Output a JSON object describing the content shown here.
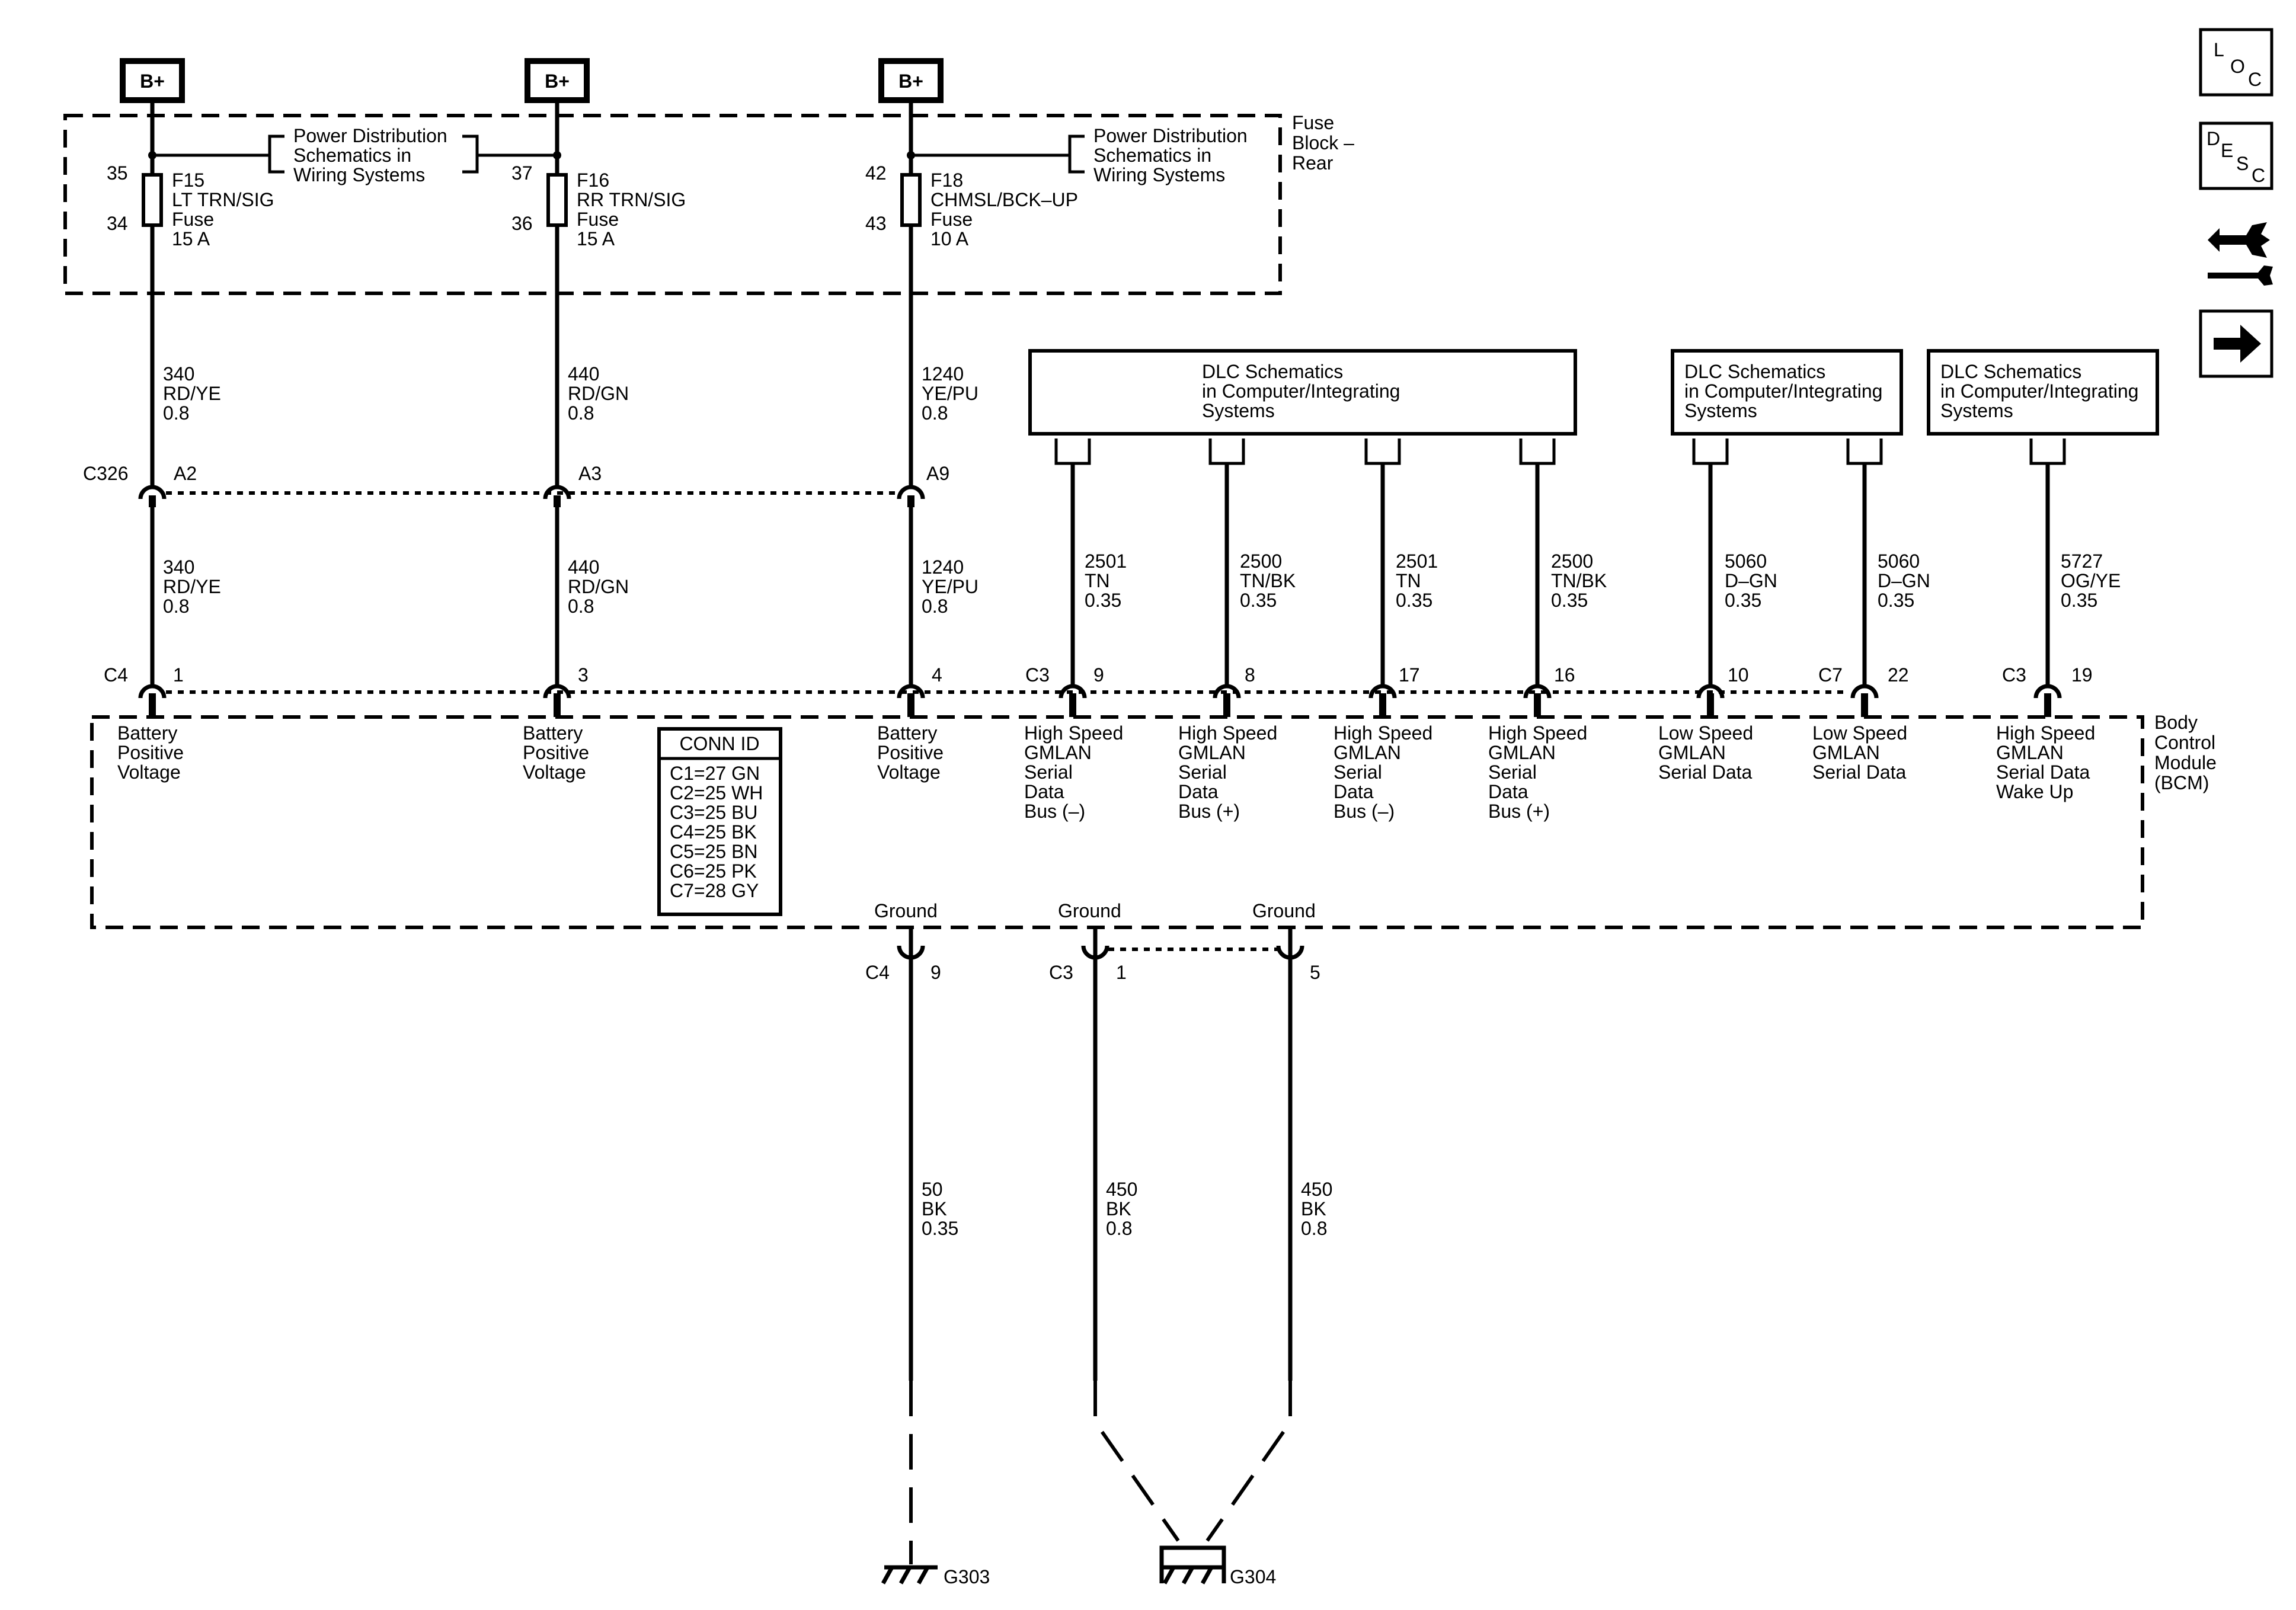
{
  "bplus": "B+",
  "fuse_block": {
    "l1": "Fuse",
    "l2": "Block –",
    "l3": "Rear"
  },
  "pd_ref": {
    "l1": "Power Distribution",
    "l2": "Schematics in",
    "l3": "Wiring Systems"
  },
  "fuses": [
    {
      "pin_in": "35",
      "pin_out": "34",
      "name": "F15",
      "desc": "LT TRN/SIG",
      "type": "Fuse",
      "rating": "15 A"
    },
    {
      "pin_in": "37",
      "pin_out": "36",
      "name": "F16",
      "desc": "RR TRN/SIG",
      "type": "Fuse",
      "rating": "15 A"
    },
    {
      "pin_in": "42",
      "pin_out": "43",
      "name": "F18",
      "desc": "CHMSL/BCK–UP",
      "type": "Fuse",
      "rating": "10 A"
    }
  ],
  "upper_wires": [
    {
      "circuit": "340",
      "color": "RD/YE",
      "gauge": "0.8"
    },
    {
      "circuit": "440",
      "color": "RD/GN",
      "gauge": "0.8"
    },
    {
      "circuit": "1240",
      "color": "YE/PU",
      "gauge": "0.8"
    }
  ],
  "c326": {
    "name": "C326",
    "pins": [
      "A2",
      "A3",
      "A9"
    ]
  },
  "dlc": {
    "l1": "DLC Schematics",
    "l2": "in Computer/Integrating",
    "l3": "Systems"
  },
  "data_wires": [
    {
      "circuit": "2501",
      "color": "TN",
      "gauge": "0.35"
    },
    {
      "circuit": "2500",
      "color": "TN/BK",
      "gauge": "0.35"
    },
    {
      "circuit": "2501",
      "color": "TN",
      "gauge": "0.35"
    },
    {
      "circuit": "2500",
      "color": "TN/BK",
      "gauge": "0.35"
    },
    {
      "circuit": "5060",
      "color": "D–GN",
      "gauge": "0.35"
    },
    {
      "circuit": "5060",
      "color": "D–GN",
      "gauge": "0.35"
    },
    {
      "circuit": "5727",
      "color": "OG/YE",
      "gauge": "0.35"
    }
  ],
  "bcm_connectors": {
    "c4": "C4",
    "c3": "C3",
    "c7": "C7"
  },
  "bcm_pins": [
    "1",
    "3",
    "4",
    "9",
    "8",
    "17",
    "16",
    "10",
    "22",
    "19"
  ],
  "bcm_inputs": [
    {
      "l1": "Battery",
      "l2": "Positive",
      "l3": "Voltage",
      "l4": "",
      "l5": ""
    },
    {
      "l1": "Battery",
      "l2": "Positive",
      "l3": "Voltage",
      "l4": "",
      "l5": ""
    },
    {
      "l1": "Battery",
      "l2": "Positive",
      "l3": "Voltage",
      "l4": "",
      "l5": ""
    },
    {
      "l1": "High Speed",
      "l2": "GMLAN",
      "l3": "Serial",
      "l4": "Data",
      "l5": "Bus (–)"
    },
    {
      "l1": "High Speed",
      "l2": "GMLAN",
      "l3": "Serial",
      "l4": "Data",
      "l5": "Bus (+)"
    },
    {
      "l1": "High Speed",
      "l2": "GMLAN",
      "l3": "Serial",
      "l4": "Data",
      "l5": "Bus (–)"
    },
    {
      "l1": "High Speed",
      "l2": "GMLAN",
      "l3": "Serial",
      "l4": "Data",
      "l5": "Bus (+)"
    },
    {
      "l1": "Low Speed",
      "l2": "GMLAN",
      "l3": "Serial Data",
      "l4": "",
      "l5": ""
    },
    {
      "l1": "Low Speed",
      "l2": "GMLAN",
      "l3": "Serial Data",
      "l4": "",
      "l5": ""
    },
    {
      "l1": "High Speed",
      "l2": "GMLAN",
      "l3": "Serial Data",
      "l4": "Wake Up",
      "l5": ""
    }
  ],
  "bcm": {
    "l1": "Body",
    "l2": "Control",
    "l3": "Module",
    "l4": "(BCM)"
  },
  "conn_id": {
    "title": "CONN ID",
    "rows": [
      "C1=27 GN",
      "C2=25 WH",
      "C3=25 BU",
      "C4=25 BK",
      "C5=25 BN",
      "C6=25 PK",
      "C7=28 GY"
    ]
  },
  "grounds": {
    "label": "Ground",
    "c4": "C4",
    "c4_pin": "9",
    "c3": "C3",
    "c3_pin1": "1",
    "c3_pin2": "5"
  },
  "ground_wires": [
    {
      "circuit": "50",
      "color": "BK",
      "gauge": "0.35"
    },
    {
      "circuit": "450",
      "color": "BK",
      "gauge": "0.8"
    },
    {
      "circuit": "450",
      "color": "BK",
      "gauge": "0.8"
    }
  ],
  "ground_points": [
    "G303",
    "G304"
  ],
  "side_icons": {
    "loc": {
      "a": "L",
      "b": "O",
      "c": "C"
    },
    "desc": {
      "a": "D",
      "b": "E",
      "c": "S",
      "d": "C"
    }
  }
}
